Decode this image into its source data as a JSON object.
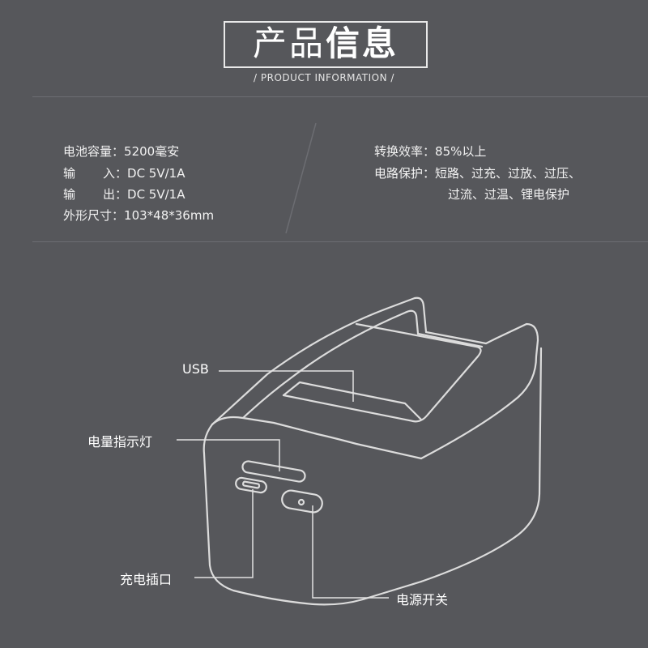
{
  "title": {
    "part1": "产品",
    "part2": "信息"
  },
  "subtitle": "/ PRODUCT INFORMATION /",
  "specs_left": [
    {
      "label": "电池容量",
      "value": "5200毫安"
    },
    {
      "label": "输 入",
      "value": "DC 5V/1A"
    },
    {
      "label": "输 出",
      "value": "DC 5V/1A"
    },
    {
      "label": "外形尺寸",
      "value": "103*48*36mm"
    }
  ],
  "specs_right": [
    {
      "label": "转换效率",
      "value": "85%以上"
    },
    {
      "label": "电路保护",
      "value": "短路、过充、过放、过压、"
    },
    {
      "label": "",
      "value": "过流、过温、锂电保护"
    }
  ],
  "callouts": {
    "usb": "USB",
    "indicator": "电量指示灯",
    "charge_port": "充电插口",
    "power_switch": "电源开关"
  },
  "colors": {
    "background": "#56575b",
    "line": "#d8d8d8",
    "text": "#ffffff"
  }
}
